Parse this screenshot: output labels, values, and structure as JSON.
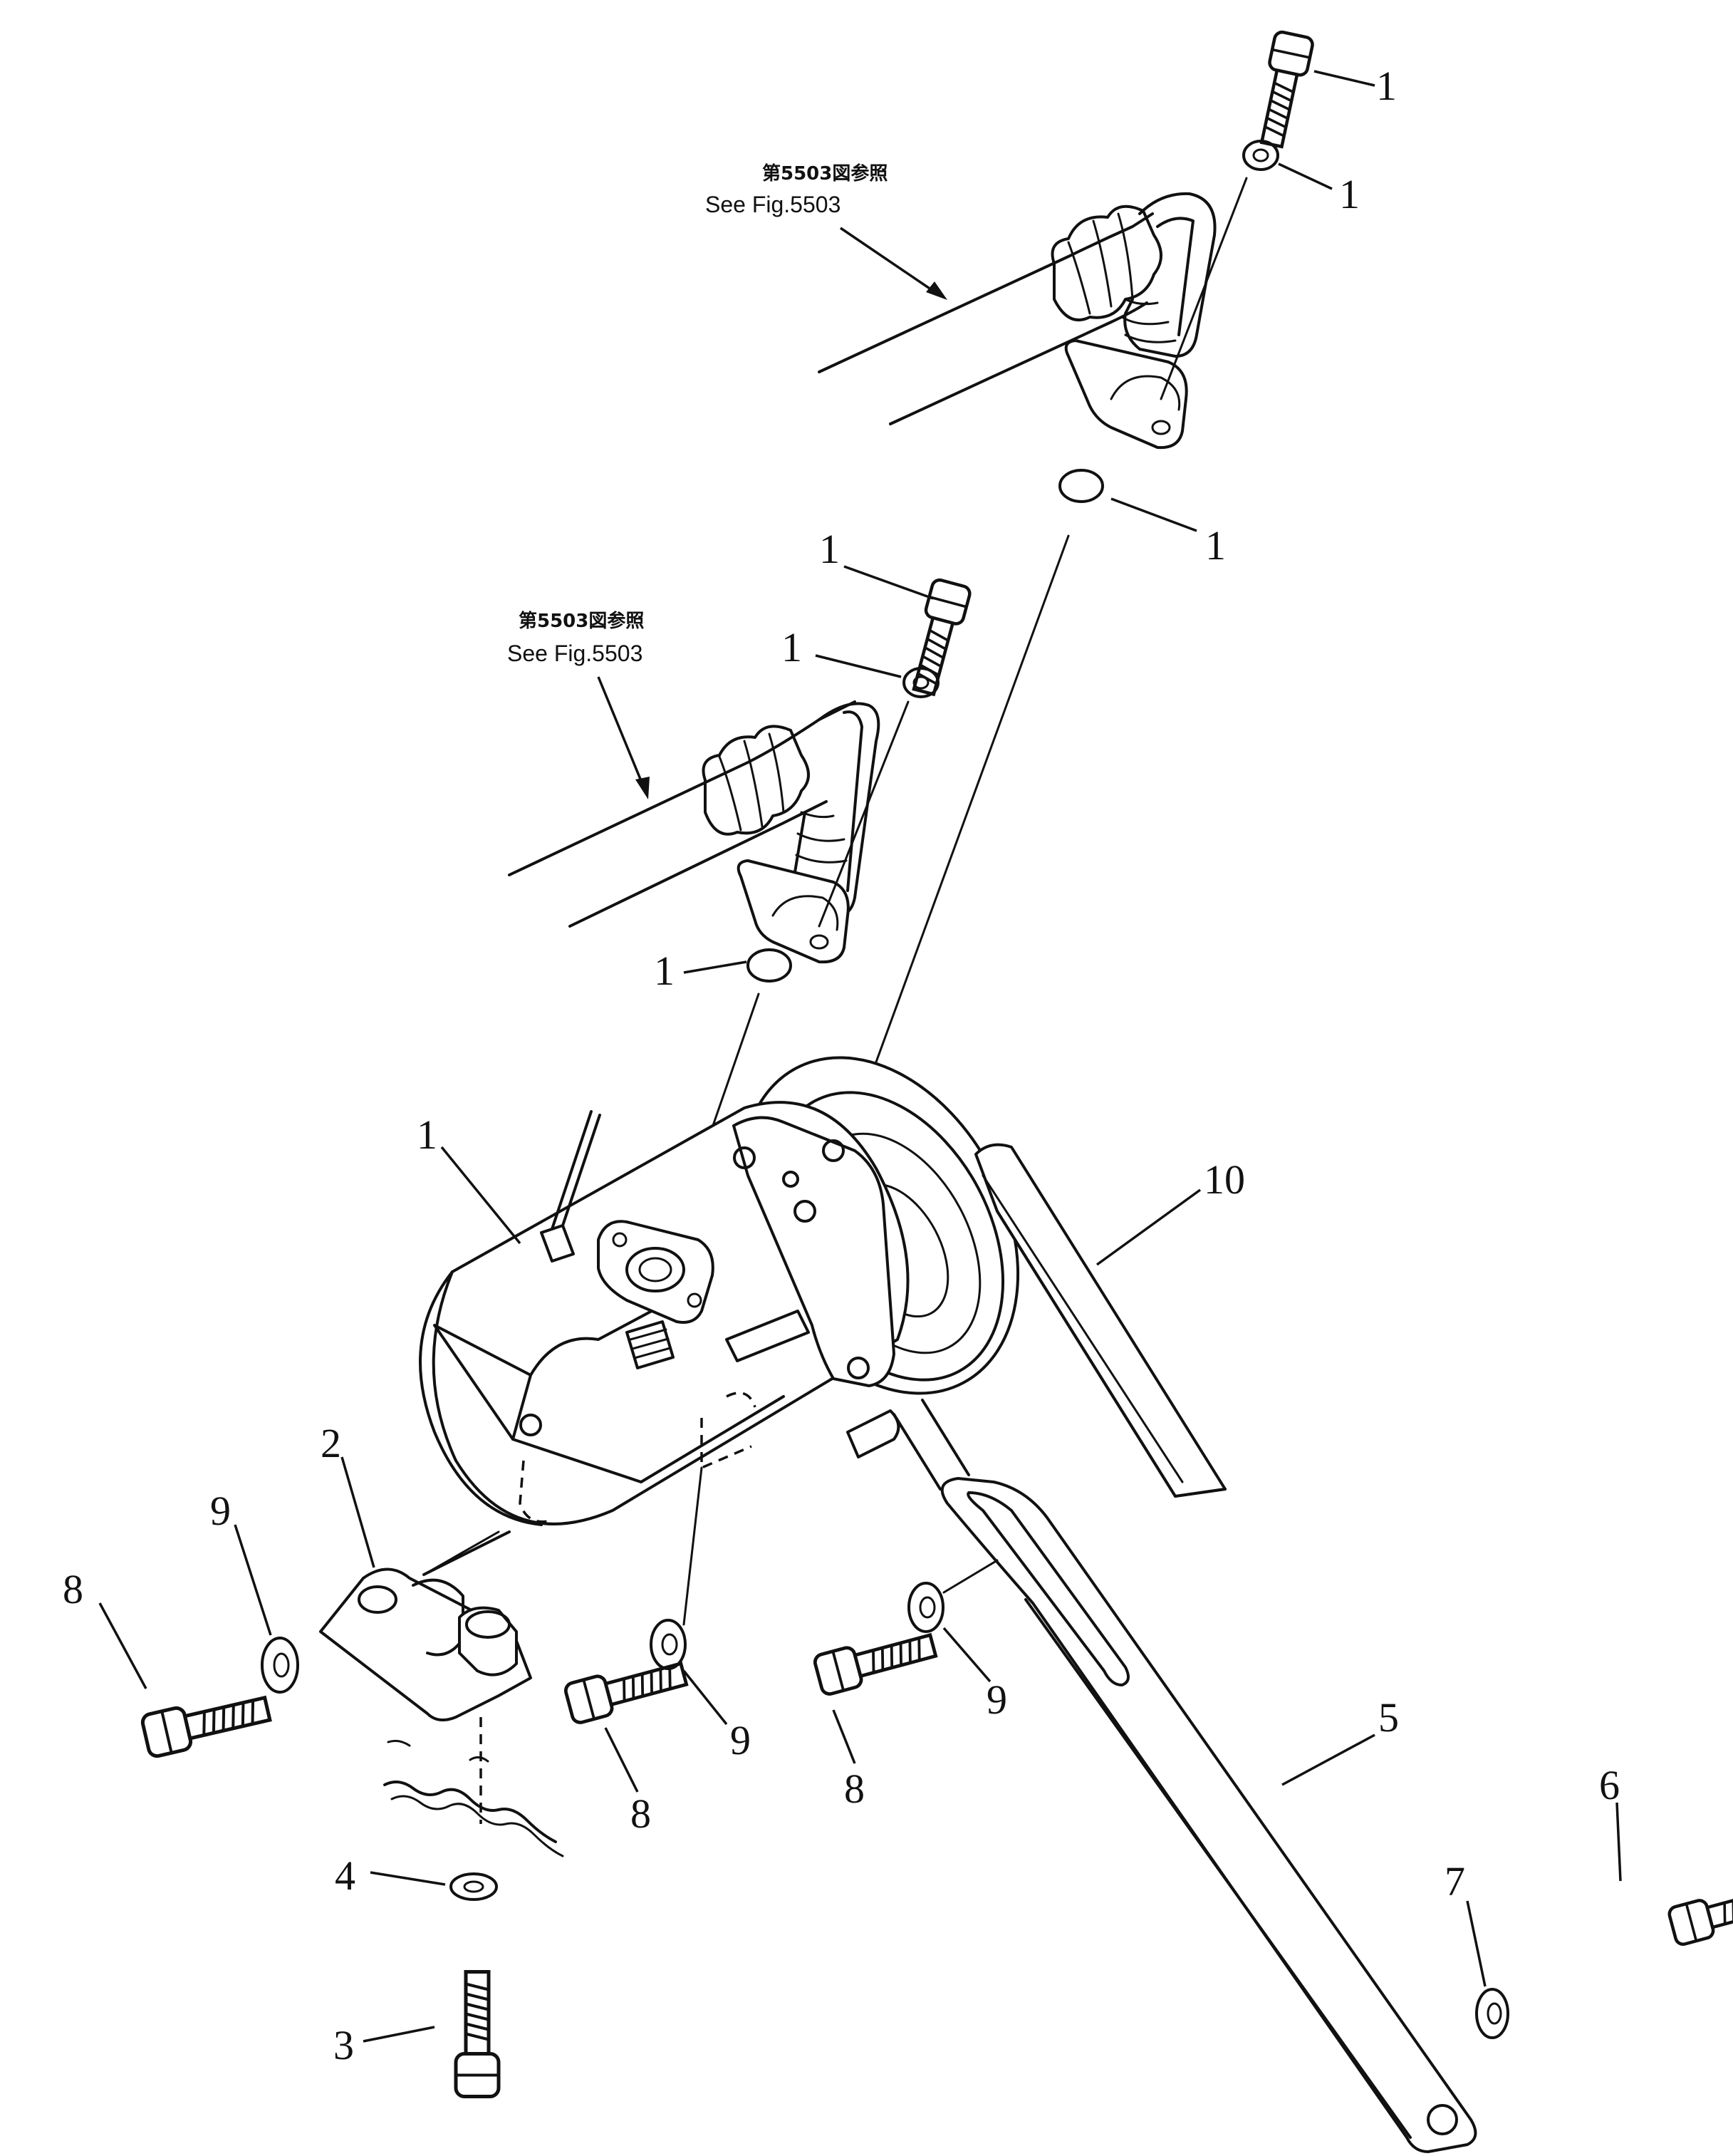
{
  "references": [
    {
      "jp": "第5503図参照",
      "en": "See Fig.5503"
    },
    {
      "jp": "第5503図参照",
      "en": "See Fig.5503"
    }
  ],
  "callouts": {
    "bolt_upper_hose": "1",
    "lockwasher_upper_hose": "1",
    "oring_upper_hose": "1",
    "bolt_lower_hose": "1",
    "lockwasher_lower_hose": "1",
    "oring_lower_hose": "1",
    "compressor": "1",
    "bracket": "2",
    "bolt_bottom": "3",
    "washer_bottom": "4",
    "adjust_arm": "5",
    "bolt_arm": "6",
    "washer_arm": "7",
    "bolt_left": "8",
    "bolt_mid": "8",
    "bolt_right": "8",
    "washer_left": "9",
    "washer_mid": "9",
    "washer_right": "9",
    "v_belt": "10"
  }
}
